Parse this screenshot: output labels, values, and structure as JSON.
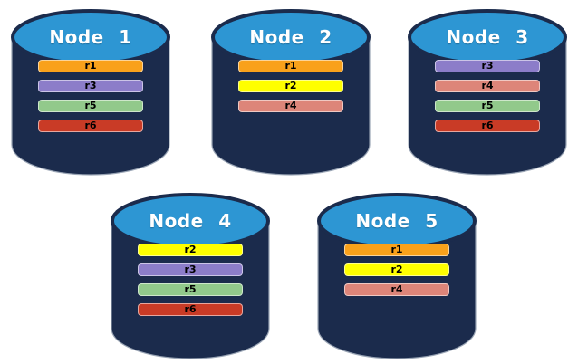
{
  "palette": {
    "cylinder_top": "#2D96D3",
    "cylinder_body": "#1B2B4C",
    "title_text": "#FFFFFF",
    "bar_text": "#000000",
    "bar_border": "rgba(255,255,255,0.55)"
  },
  "replica_colors": {
    "r1": "#F9A11B",
    "r2": "#FFFF00",
    "r3": "#8C7DC9",
    "r4": "#DD8579",
    "r5": "#92C98B",
    "r6": "#C93B26"
  },
  "nodes": [
    {
      "label": "Node 1",
      "replicas": [
        {
          "label": "r1",
          "color": "#F9A11B"
        },
        {
          "label": "r3",
          "color": "#8C7DC9"
        },
        {
          "label": "r5",
          "color": "#92C98B"
        },
        {
          "label": "r6",
          "color": "#C93B26"
        }
      ]
    },
    {
      "label": "Node 2",
      "replicas": [
        {
          "label": "r1",
          "color": "#F9A11B"
        },
        {
          "label": "r2",
          "color": "#FFFF00"
        },
        {
          "label": "r4",
          "color": "#DD8579"
        }
      ]
    },
    {
      "label": "Node 3",
      "replicas": [
        {
          "label": "r3",
          "color": "#8C7DC9"
        },
        {
          "label": "r4",
          "color": "#DD8579"
        },
        {
          "label": "r5",
          "color": "#92C98B"
        },
        {
          "label": "r6",
          "color": "#C93B26"
        }
      ]
    },
    {
      "label": "Node 4",
      "replicas": [
        {
          "label": "r2",
          "color": "#FFFF00"
        },
        {
          "label": "r3",
          "color": "#8C7DC9"
        },
        {
          "label": "r5",
          "color": "#92C98B"
        },
        {
          "label": "r6",
          "color": "#C93B26"
        }
      ]
    },
    {
      "label": "Node 5",
      "replicas": [
        {
          "label": "r1",
          "color": "#F9A11B"
        },
        {
          "label": "r2",
          "color": "#FFFF00"
        },
        {
          "label": "r4",
          "color": "#DD8579"
        }
      ]
    }
  ]
}
